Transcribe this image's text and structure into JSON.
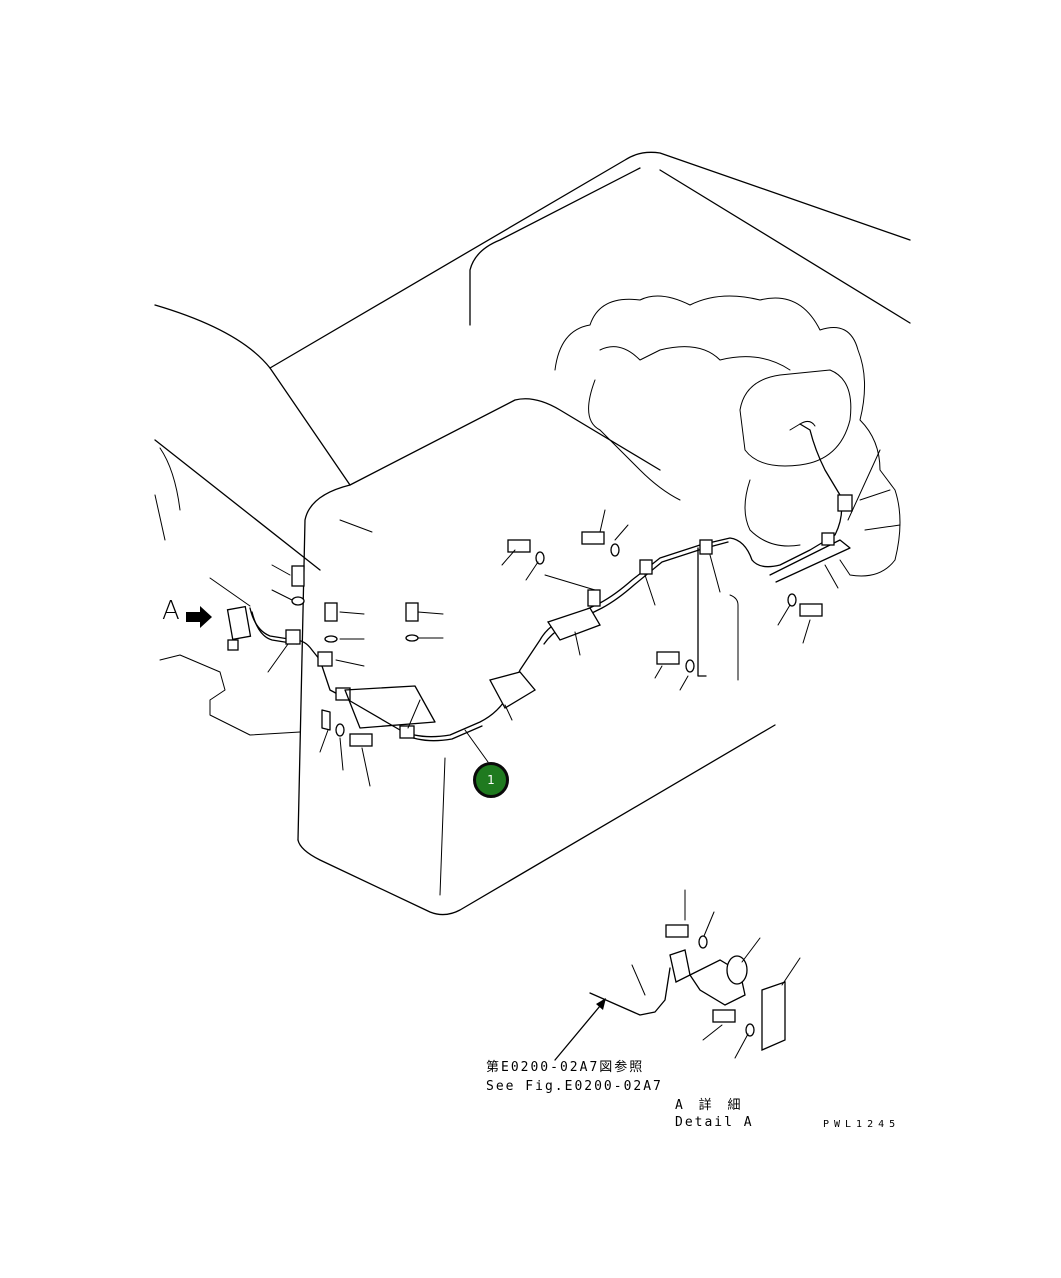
{
  "callout": {
    "number": "1"
  },
  "view_marker": {
    "letter": "A"
  },
  "reference": {
    "jp": "第E0200-02A7図参照",
    "en": "See Fig.E0200-02A7"
  },
  "detail": {
    "jp": "A 詳 細",
    "en": "Detail A"
  },
  "drawing_code": "PWL1245",
  "colors": {
    "callout_fill": "#1f7a1f",
    "line": "#000000",
    "background": "#ffffff"
  }
}
